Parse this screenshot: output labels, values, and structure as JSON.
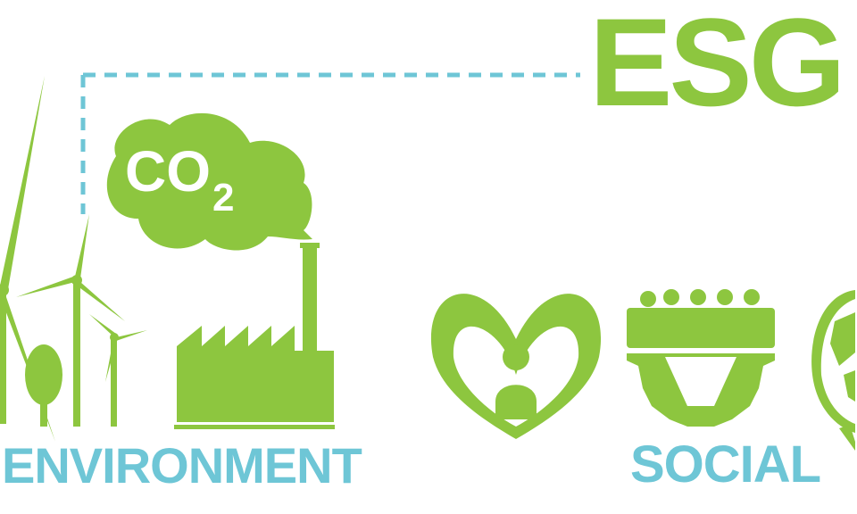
{
  "title": "ESG",
  "co2": {
    "main": "CO",
    "sub": "2"
  },
  "labels": {
    "environment": "ENVIRONMENT",
    "social": "SOCIAL"
  },
  "colors": {
    "green": "#8dc63f",
    "blue": "#6ec6d6",
    "background": "#ffffff"
  },
  "icons": [
    "wind-turbine-icon",
    "tree-icon",
    "factory-icon",
    "co2-cloud-icon",
    "heart-person-icon",
    "team-gear-icon",
    "globe-icon"
  ]
}
